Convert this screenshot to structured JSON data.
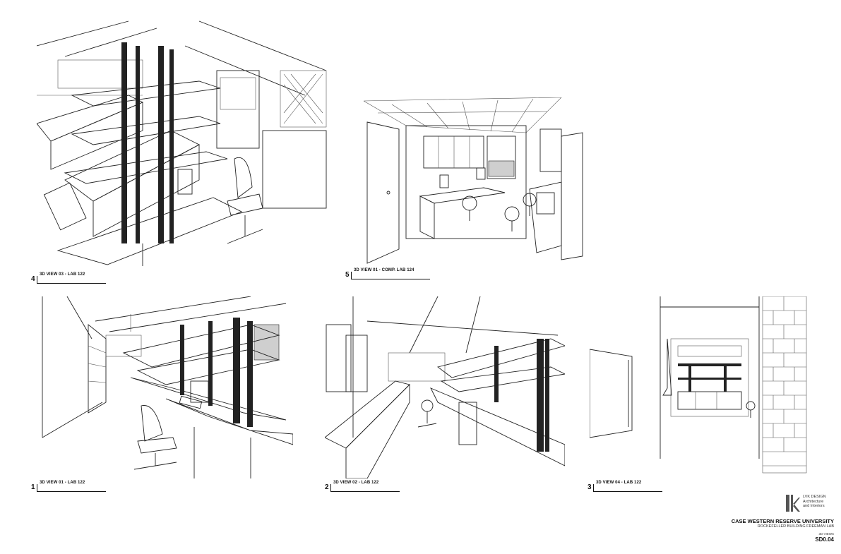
{
  "views": [
    {
      "number": "4",
      "title": "3D VIEW 03 - LAB 122"
    },
    {
      "number": "5",
      "title": "3D VIEW 01 - COMP. LAB 124"
    },
    {
      "number": "1",
      "title": "3D VIEW 01 - LAB 122"
    },
    {
      "number": "2",
      "title": "3D VIEW 02 - LAB 122"
    },
    {
      "number": "3",
      "title": "3D VIEW 04 - LAB 122"
    }
  ],
  "title_block": {
    "firm_lines": [
      "LVK DESIGN",
      "Architecture",
      "and Interiors"
    ],
    "client": "CASE WESTERN RESERVE UNIVERSITY",
    "project": "ROCKEFELLER BUILDING FREEMAN LAB",
    "sheet_name": "3D VIEWS",
    "sheet_number": "SD0.04"
  },
  "colors": {
    "ink": "#111111",
    "paper": "#ffffff",
    "glass": "#cfcfcf"
  }
}
